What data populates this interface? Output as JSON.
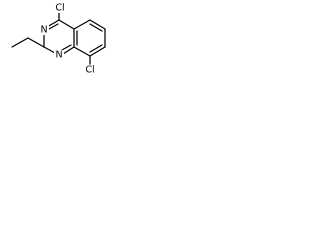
{
  "atoms": {
    "cl_top": "Cl",
    "n_upper": "N",
    "n_lower": "N",
    "cl_bottom": "Cl"
  },
  "colors": {
    "bond": "#000000",
    "text": "#000000",
    "background": "#ffffff"
  }
}
